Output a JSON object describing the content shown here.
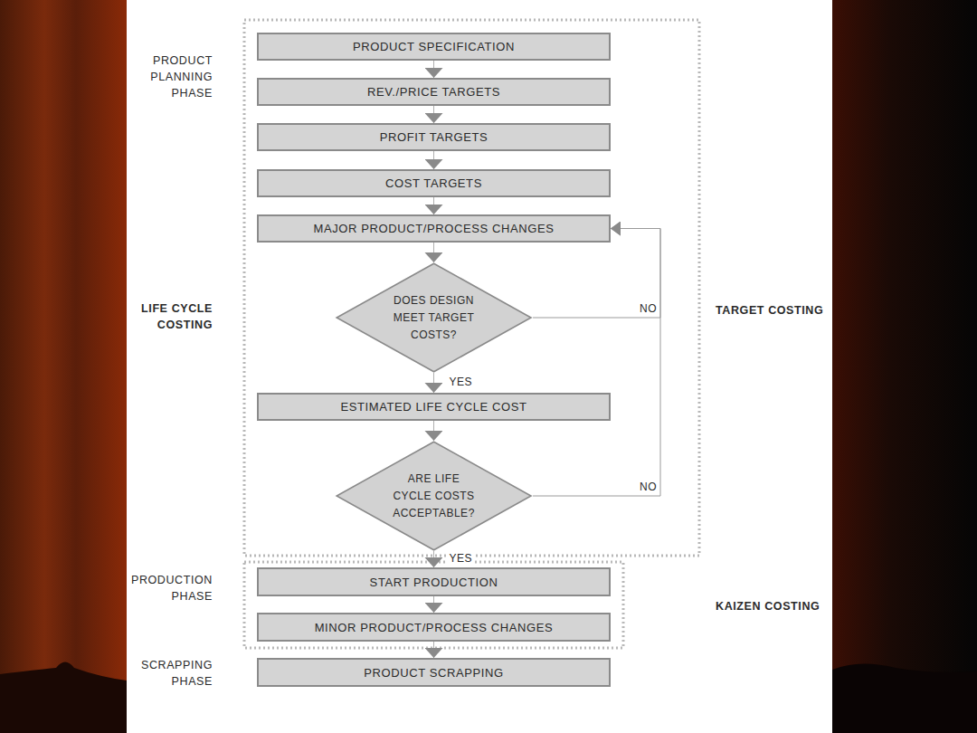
{
  "diagram": {
    "nodes": [
      {
        "text": [
          "PRODUCT SPECIFICATION"
        ]
      },
      {
        "text": [
          "REV./PRICE TARGETS"
        ]
      },
      {
        "text": [
          "PROFIT TARGETS"
        ]
      },
      {
        "text": [
          "COST TARGETS"
        ]
      },
      {
        "text": [
          "MAJOR PRODUCT/PROCESS CHANGES"
        ]
      },
      {
        "text": [
          "DOES DESIGN MEET TARGET COSTS?"
        ]
      },
      {
        "text": [
          "ESTIMATED LIFE CYCLE COST"
        ]
      },
      {
        "text": [
          "ARE LIFE CYCLE COSTS ACCEPTABLE?"
        ]
      },
      {
        "text": [
          "START PRODUCTION"
        ]
      },
      {
        "text": [
          "MINOR PRODUCT/PROCESS CHANGES"
        ]
      },
      {
        "text": [
          "PRODUCT SCRAPPING"
        ]
      }
    ],
    "edges": [
      {
        "from": 0,
        "to": 1,
        "arrow": "to"
      },
      {
        "from": 1,
        "to": 2,
        "arrow": "to"
      },
      {
        "from": 2,
        "to": 3,
        "arrow": "to"
      },
      {
        "from": 3,
        "to": 4,
        "arrow": "to"
      },
      {
        "from": 4,
        "to": 5,
        "arrow": "to"
      },
      {
        "from": 5,
        "to": 6,
        "label": "YES",
        "arrow": "to"
      },
      {
        "from": 6,
        "to": 7,
        "arrow": "to"
      },
      {
        "from": 7,
        "to": 8,
        "label": "YES",
        "arrow": "to"
      },
      {
        "from": 8,
        "to": 9,
        "arrow": "to"
      },
      {
        "from": 9,
        "to": 10,
        "arrow": "to"
      },
      {
        "from": 5,
        "to": 4,
        "label": "NO",
        "arrow": "to"
      },
      {
        "from": 7,
        "to": 4,
        "label": "NO",
        "arrow": "to"
      }
    ],
    "labels": [
      "PRODUCT PLANNING PHASE",
      "LIFE CYCLE COSTING",
      "PRODUCTION PHASE",
      "SCRAPPING PHASE",
      "TARGET COSTING",
      "KAIZEN COSTING"
    ]
  }
}
